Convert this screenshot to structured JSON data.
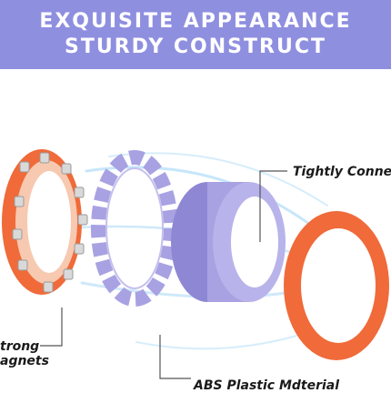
{
  "banner": {
    "line1": "EXQUISITE APPEARANCE",
    "line2": "STURDY CONSTRUCT",
    "background_color": "#8f8fe0",
    "text_color": "#ffffff"
  },
  "callouts": {
    "tightly_connect": "Tightly Connect",
    "abs_plastic": "ABS Plastic Mdterial",
    "magnets_line1": "trong",
    "magnets_line2": "agnets"
  },
  "colors": {
    "orange_ring": "#f06a3a",
    "purple_part": "#a8a2e2",
    "motion_streak": "#5fb6f0"
  }
}
